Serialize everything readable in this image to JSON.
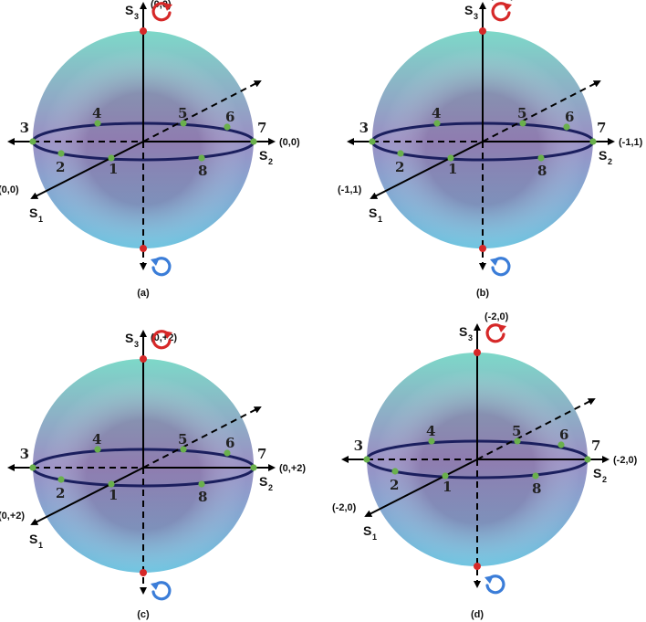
{
  "axis_labels": {
    "s1": "S",
    "s1_sub": "1",
    "s2": "S",
    "s2_sub": "2",
    "s3": "S",
    "s3_sub": "3"
  },
  "point_labels": [
    "1",
    "2",
    "3",
    "4",
    "5",
    "6",
    "7",
    "8"
  ],
  "colors": {
    "sphere_top": "#7dd8c8",
    "sphere_mid": "#9a8fc4",
    "sphere_bottom": "#6ec4e0",
    "equator": "#1b1f5e",
    "point": "#6ab04c",
    "pole": "#d62828",
    "rot_top": "#d62828",
    "rot_bottom": "#3b7dd8"
  },
  "icons": {
    "top": "counterclockwise-arrow-icon",
    "bottom": "clockwise-arrow-icon"
  },
  "panels": [
    {
      "caption": "(a)",
      "coord": "(0,0)"
    },
    {
      "caption": "(b)",
      "coord": "(-1,1)"
    },
    {
      "caption": "(c)",
      "coord": "(0,+2)"
    },
    {
      "caption": "(d)",
      "coord": "(-2,0)"
    }
  ]
}
